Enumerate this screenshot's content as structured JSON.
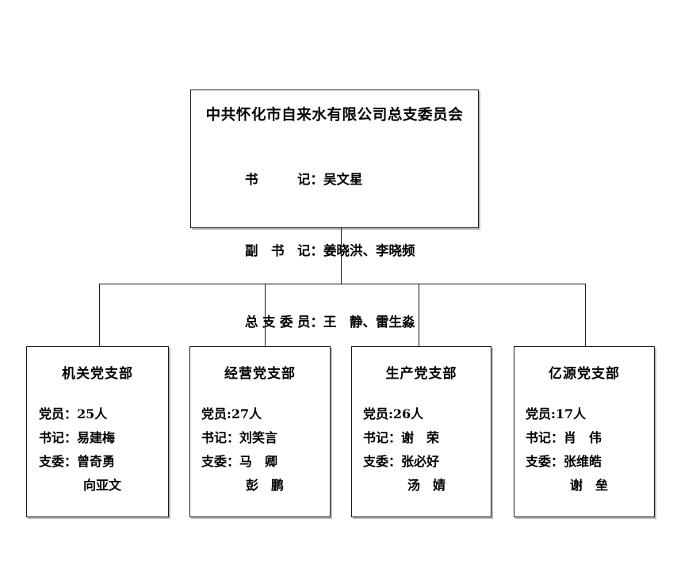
{
  "org_chart": {
    "root": {
      "title": "中共怀化市自来水有限公司总支委员会",
      "rows": [
        {
          "label": "书　　记",
          "sep": "：",
          "value": "吴文星"
        },
        {
          "label": "副 书 记",
          "sep": "：",
          "value": "姜晓洪、李晓频"
        },
        {
          "label": "总支委员",
          "sep": "：",
          "value": "王　静、雷生淼"
        }
      ]
    },
    "branches": [
      {
        "title": "机关党支部",
        "members_line": "党员：25人",
        "secretary_line": "书记：易建梅",
        "committee_line": "支委：曾奇勇",
        "committee_line2": "向亚文"
      },
      {
        "title": "经营党支部",
        "members_line": "党员:27人",
        "secretary_line": "书记：刘笑言",
        "committee_line": "支委：马　卿",
        "committee_line2": "彭　鹏"
      },
      {
        "title": "生产党支部",
        "members_line": "党员:26人",
        "secretary_line": "书记：谢　荣",
        "committee_line": "支委：张必好",
        "committee_line2": "汤　婧"
      },
      {
        "title": "亿源党支部",
        "members_line": "党员:17人",
        "secretary_line": "书记：肖　伟",
        "committee_line": "支委：张维皓",
        "committee_line2": "谢　垒"
      }
    ]
  },
  "colors": {
    "border": "#1a1a1a",
    "shadow": "#b9b9b9",
    "background": "#ffffff",
    "text": "#000000"
  }
}
